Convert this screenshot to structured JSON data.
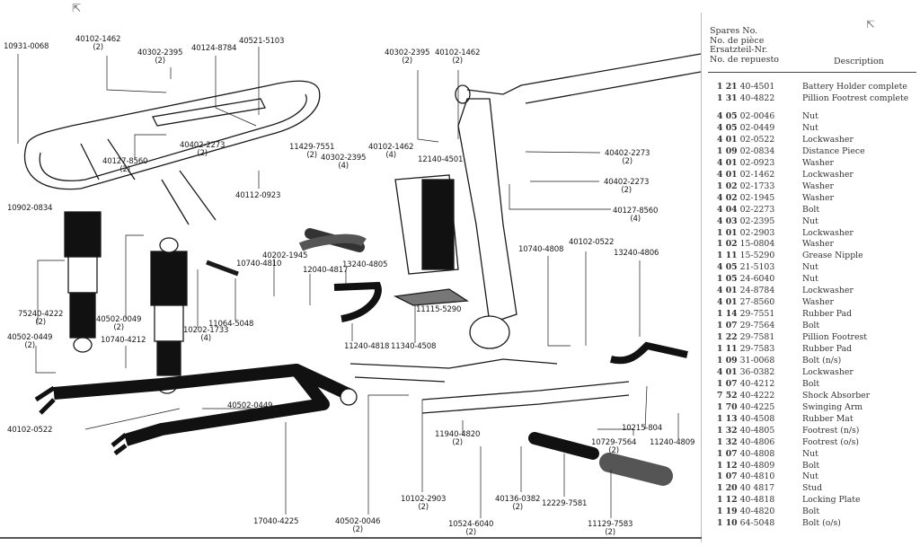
{
  "diagram": {
    "callouts": [
      [
        "10931-0068"
      ],
      [
        "40102-1462",
        "(2)"
      ],
      [
        "40302-2395",
        "(2)"
      ],
      [
        "40124-8784"
      ],
      [
        "40521-5103"
      ],
      [
        "40127-8560",
        "(2)"
      ],
      [
        "40402-2273",
        "(2)"
      ],
      [
        "40112-0923"
      ],
      [
        "10902-0834"
      ],
      [
        "11429-7551",
        "(2)"
      ],
      [
        "40302-2395",
        "(4)"
      ],
      [
        "40102-1462",
        "(4)"
      ],
      [
        "12140-4501"
      ],
      [
        "40302-2395",
        "(2)"
      ],
      [
        "40102-1462",
        "(2)"
      ],
      [
        "40402-2273",
        "(2)"
      ],
      [
        "40402-2273",
        "(2)"
      ],
      [
        "40127-8560",
        "(4)"
      ],
      [
        "40202-1945"
      ],
      [
        "10740-4810"
      ],
      [
        "12040-4817"
      ],
      [
        "13240-4805"
      ],
      [
        "11115-5290"
      ],
      [
        "11240-4818"
      ],
      [
        "11340-4508"
      ],
      [
        "75240-4222",
        "(2)"
      ],
      [
        "40502-0049",
        "(2)"
      ],
      [
        "40502-0449",
        "(2)"
      ],
      [
        "10740-4212"
      ],
      [
        "10202-1733",
        "(4)"
      ],
      [
        "11064-5048"
      ],
      [
        "40502-0449"
      ],
      [
        "40102-0522"
      ],
      [
        "17040-4225"
      ],
      [
        "40502-0046",
        "(2)"
      ],
      [
        "10102-2903",
        "(2)"
      ],
      [
        "11940-4820",
        "(2)"
      ],
      [
        "10524-6040",
        "(2)"
      ],
      [
        "40136-0382",
        "(2)"
      ],
      [
        "12229-7581"
      ],
      [
        "11129-7583",
        "(2)"
      ],
      [
        "10729-7564",
        "(2)"
      ],
      [
        "10215-804"
      ],
      [
        "11240-4809"
      ],
      [
        "10740-4808"
      ],
      [
        "40102-0522"
      ],
      [
        "13240-4806"
      ]
    ]
  },
  "parts_list": {
    "header_lines": [
      "Spares No.",
      "No. de pièce",
      "Ersatzteil-Nr.",
      "No. de repuesto"
    ],
    "description_header": "Description",
    "rows": [
      [
        "1 21",
        "40-4501",
        "Battery Holder complete"
      ],
      [
        "1 31",
        "40-4822",
        "Pillion Footrest complete"
      ],
      [
        "4 05",
        "02-0046",
        "Nut"
      ],
      [
        "4 05",
        "02-0449",
        "Nut"
      ],
      [
        "4 01",
        "02-0522",
        "Lockwasher"
      ],
      [
        "1 09",
        "02-0834",
        "Distance Piece"
      ],
      [
        "4 01",
        "02-0923",
        "Washer"
      ],
      [
        "4 01",
        "02-1462",
        "Lockwasher"
      ],
      [
        "1 02",
        "02-1733",
        "Washer"
      ],
      [
        "4 02",
        "02-1945",
        "Washer"
      ],
      [
        "4 04",
        "02-2273",
        "Bolt"
      ],
      [
        "4 03",
        "02-2395",
        "Nut"
      ],
      [
        "1 01",
        "02-2903",
        "Lockwasher"
      ],
      [
        "1 02",
        "15-0804",
        "Washer"
      ],
      [
        "1 11",
        "15-5290",
        "Grease Nipple"
      ],
      [
        "4 05",
        "21-5103",
        "Nut"
      ],
      [
        "1 05",
        "24-6040",
        "Nut"
      ],
      [
        "4 01",
        "24-8784",
        "Lockwasher"
      ],
      [
        "4 01",
        "27-8560",
        "Washer"
      ],
      [
        "1 14",
        "29-7551",
        "Rubber Pad"
      ],
      [
        "1 07",
        "29-7564",
        "Bolt"
      ],
      [
        "1 22",
        "29-7581",
        "Pillion Footrest"
      ],
      [
        "1 11",
        "29-7583",
        "Rubber Pad"
      ],
      [
        "1 09",
        "31-0068",
        "Bolt (n/s)"
      ],
      [
        "4 01",
        "36-0382",
        "Lockwasher"
      ],
      [
        "1 07",
        "40-4212",
        "Bolt"
      ],
      [
        "7 52",
        "40-4222",
        "Shock Absorber"
      ],
      [
        "1 70",
        "40-4225",
        "Swinging Arm"
      ],
      [
        "1 13",
        "40-4508",
        "Rubber Mat"
      ],
      [
        "1 32",
        "40-4805",
        "Footrest (n/s)"
      ],
      [
        "1 32",
        "40-4806",
        "Footrest (o/s)"
      ],
      [
        "1 07",
        "40-4808",
        "Nut"
      ],
      [
        "1 12",
        "40-4809",
        "Bolt"
      ],
      [
        "1 07",
        "40-4810",
        "Nut"
      ],
      [
        "1 20",
        "40 4817",
        "Stud"
      ],
      [
        "1 12",
        "40-4818",
        "Locking Plate"
      ],
      [
        "1 19",
        "40-4820",
        "Bolt"
      ],
      [
        "1 10",
        "64-5048",
        "Bolt (o/s)"
      ]
    ]
  },
  "colors": {
    "ink": "#1a1a1a",
    "paper": "#ffffff"
  }
}
